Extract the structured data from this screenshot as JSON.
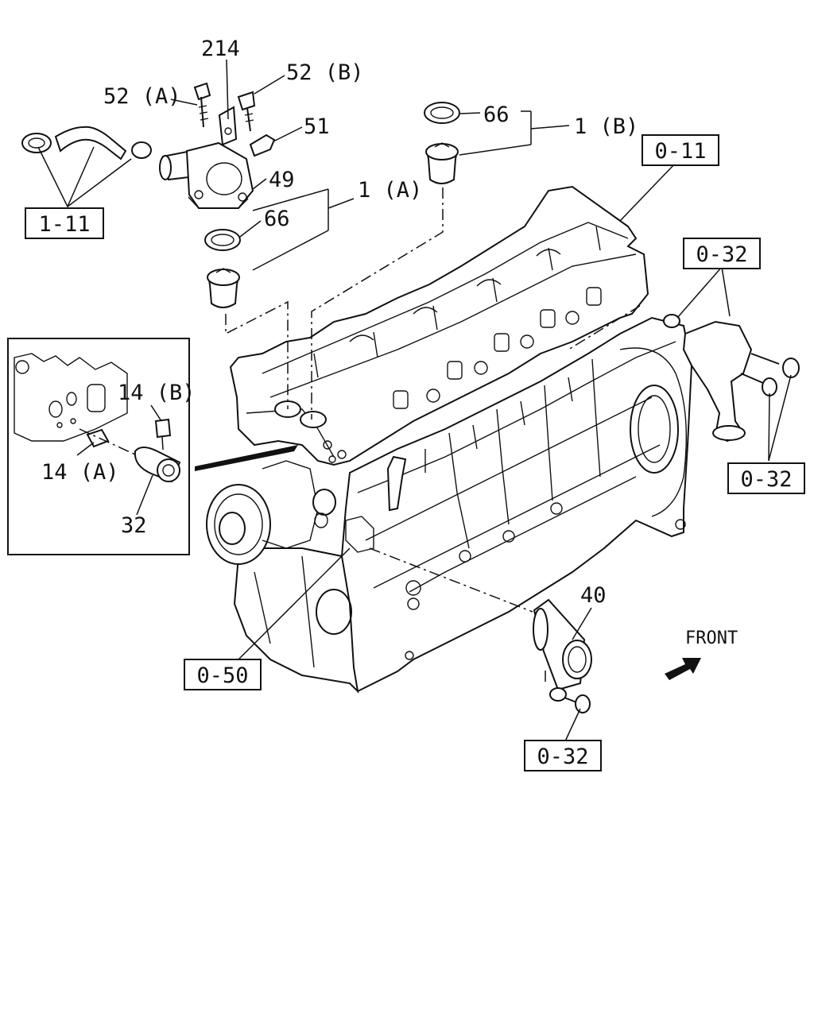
{
  "part_labels": {
    "p214": "214",
    "p52b": "52 (B)",
    "p52a": "52 (A)",
    "p51": "51",
    "p49": "49",
    "p66_top": "66",
    "p1b": "1 (B)",
    "p66_mid": "66",
    "p1a": "1 (A)",
    "p14b": "14 (B)",
    "p14a": "14 (A)",
    "p32": "32",
    "p40": "40"
  },
  "ref_boxes": {
    "ref_1_11": "1-11",
    "ref_0_11": "0-11",
    "ref_0_32_top": "0-32",
    "ref_0_32_right": "0-32",
    "ref_0_50": "0-50",
    "ref_0_32_bottom": "0-32"
  },
  "direction": {
    "front_label": "FRONT"
  }
}
